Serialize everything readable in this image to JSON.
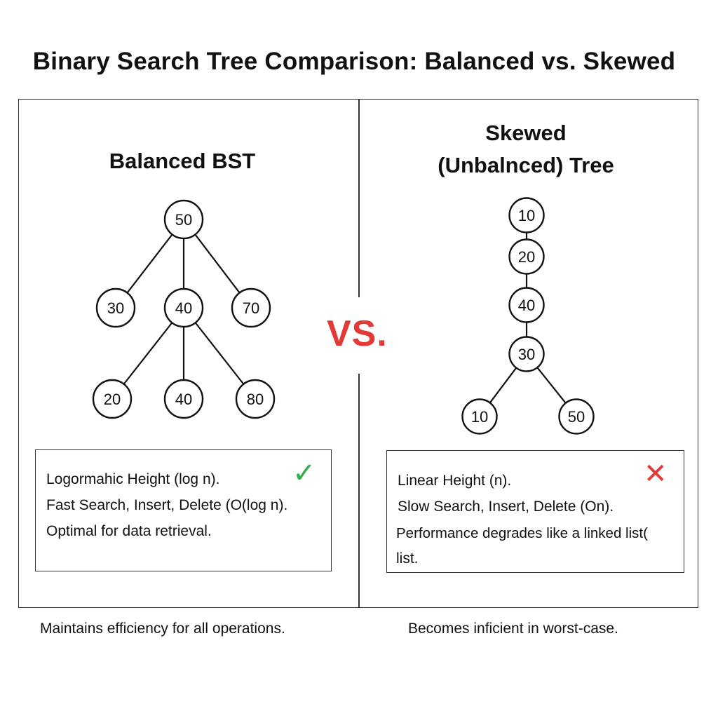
{
  "title": "Binary Search Tree Comparison: Balanced vs. Skewed",
  "vs_label": "VS.",
  "left": {
    "heading": "Balanced BST",
    "nodes": [
      {
        "id": "root",
        "value": "50"
      },
      {
        "id": "l1",
        "value": "30"
      },
      {
        "id": "m1",
        "value": "40"
      },
      {
        "id": "r1",
        "value": "70"
      },
      {
        "id": "l2",
        "value": "20"
      },
      {
        "id": "m2",
        "value": "40"
      },
      {
        "id": "r2",
        "value": "80"
      }
    ],
    "edges": [
      [
        "root",
        "l1"
      ],
      [
        "root",
        "m1"
      ],
      [
        "root",
        "r1"
      ],
      [
        "m1",
        "l2"
      ],
      [
        "m1",
        "m2"
      ],
      [
        "m1",
        "r2"
      ]
    ],
    "info_lines": [
      "Logormahic Height (log n).",
      "Fast Search, Insert, Delete (O(log n).",
      "Optimal for data retrieval."
    ],
    "status_icon": "check-icon",
    "status_color": "#2fb04a",
    "footer": "Maintains efficiency for all operations."
  },
  "right": {
    "heading_line1": "Skewed",
    "heading_line2": "(Unbalnced) Tree",
    "nodes": [
      {
        "id": "a",
        "value": "10"
      },
      {
        "id": "b",
        "value": "20"
      },
      {
        "id": "c",
        "value": "40"
      },
      {
        "id": "d",
        "value": "30"
      },
      {
        "id": "e",
        "value": "10"
      },
      {
        "id": "f",
        "value": "50"
      }
    ],
    "edges": [
      [
        "a",
        "b"
      ],
      [
        "b",
        "c"
      ],
      [
        "c",
        "d"
      ],
      [
        "d",
        "e"
      ],
      [
        "d",
        "f"
      ]
    ],
    "info_lines": [
      "Linear Height (n).",
      "Slow Search, Insert, Delete (On).",
      "Performance degrades like a linked list(",
      "list."
    ],
    "status_icon": "cross-icon",
    "status_color": "#e23a36",
    "footer": "Becomes inficient in worst-case."
  }
}
